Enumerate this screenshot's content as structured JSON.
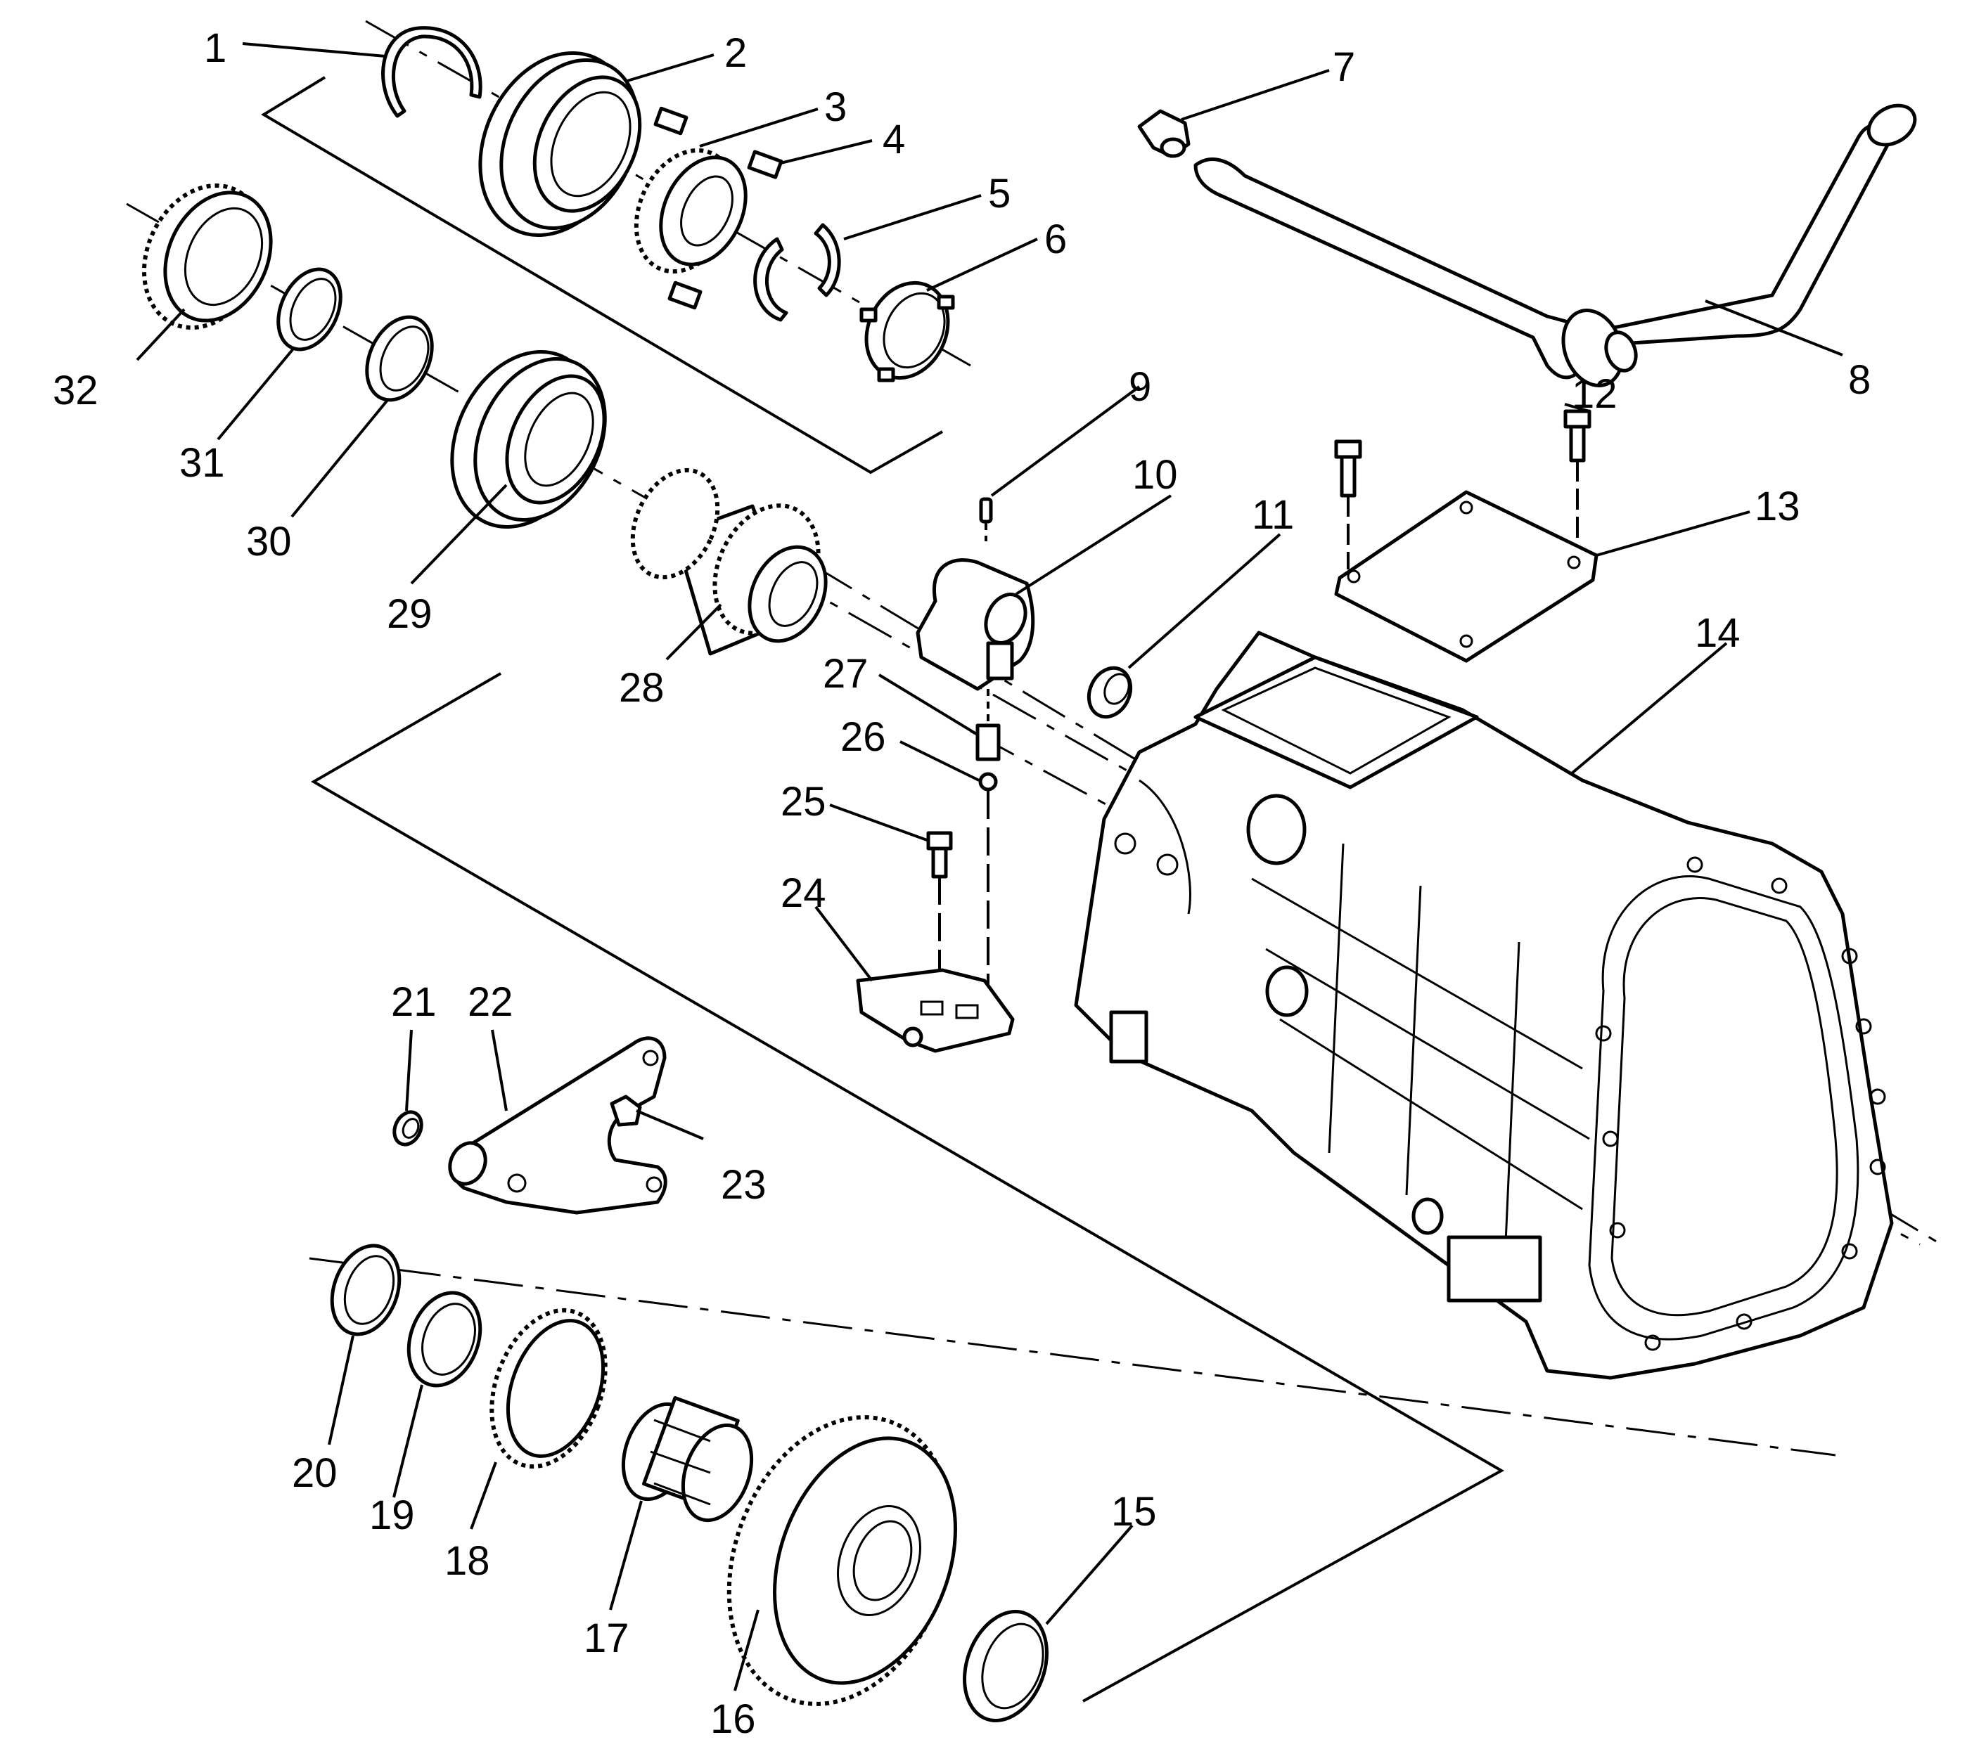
{
  "diagram": {
    "kind": "exploded parts view",
    "subject": "transmission case with gears, synchronizers, shift fork and shift rail",
    "callouts": [
      "1",
      "2",
      "3",
      "4",
      "5",
      "6",
      "7",
      "8",
      "9",
      "10",
      "11",
      "12",
      "13",
      "14",
      "15",
      "16",
      "17",
      "18",
      "19",
      "20",
      "21",
      "22",
      "23",
      "24",
      "25",
      "26",
      "27",
      "28",
      "29",
      "30",
      "31",
      "32"
    ],
    "colors": {
      "line": "#000000",
      "background": "#ffffff"
    }
  }
}
